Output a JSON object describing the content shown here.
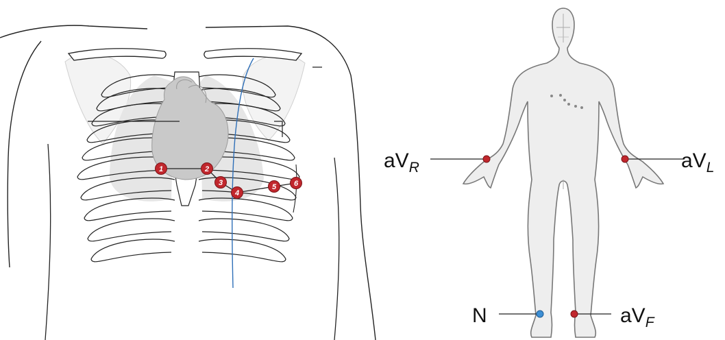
{
  "colors": {
    "electrode_red": "#c1272d",
    "electrode_blue": "#3d8fd4",
    "heart_gray": "#c4c4c4",
    "lung_gray": "#dcdcdc",
    "midclavicular_line": "#2e6fb8",
    "outline": "#222222",
    "body_fill": "#eeeeee"
  },
  "chest": {
    "precordial_electrodes": [
      {
        "number": "1"
      },
      {
        "number": "2"
      },
      {
        "number": "3"
      },
      {
        "number": "4"
      },
      {
        "number": "5"
      },
      {
        "number": "6"
      }
    ]
  },
  "limb_leads": [
    {
      "main": "aV",
      "sub": "R",
      "electrode_color": "red"
    },
    {
      "main": "aV",
      "sub": "L",
      "electrode_color": "red"
    },
    {
      "main": "N",
      "sub": "",
      "electrode_color": "blue"
    },
    {
      "main": "aV",
      "sub": "F",
      "electrode_color": "red"
    }
  ]
}
